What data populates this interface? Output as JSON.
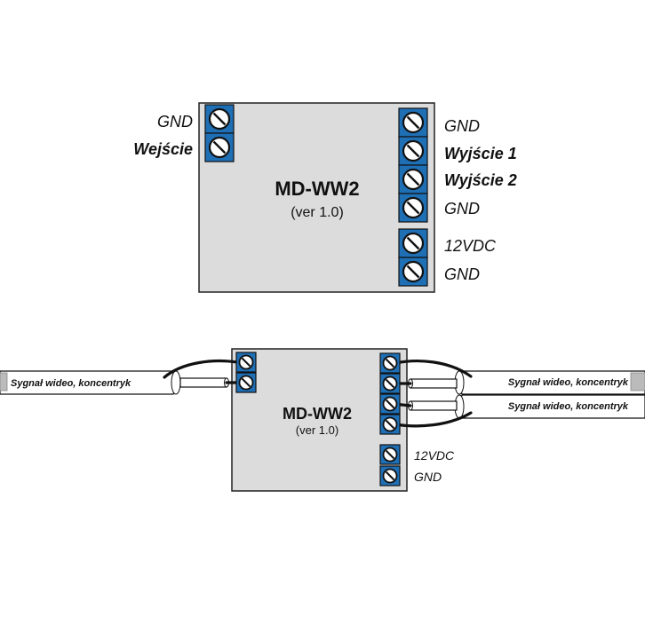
{
  "top": {
    "title": "MD-WW2",
    "version": "(ver 1.0)",
    "left_labels": [
      "GND",
      "Wejście"
    ],
    "right_labels": [
      "GND",
      "Wyjście 1",
      "Wyjście 2",
      "GND",
      "12VDC",
      "GND"
    ]
  },
  "bottom": {
    "title": "MD-WW2",
    "version": "(ver 1.0)",
    "power_labels": [
      "12VDC",
      "GND"
    ],
    "cable_left": "Sygnał wideo, koncentryk",
    "cable_right_1": "Sygnał wideo, koncentryk",
    "cable_right_2": "Sygnał wideo, koncentryk"
  }
}
